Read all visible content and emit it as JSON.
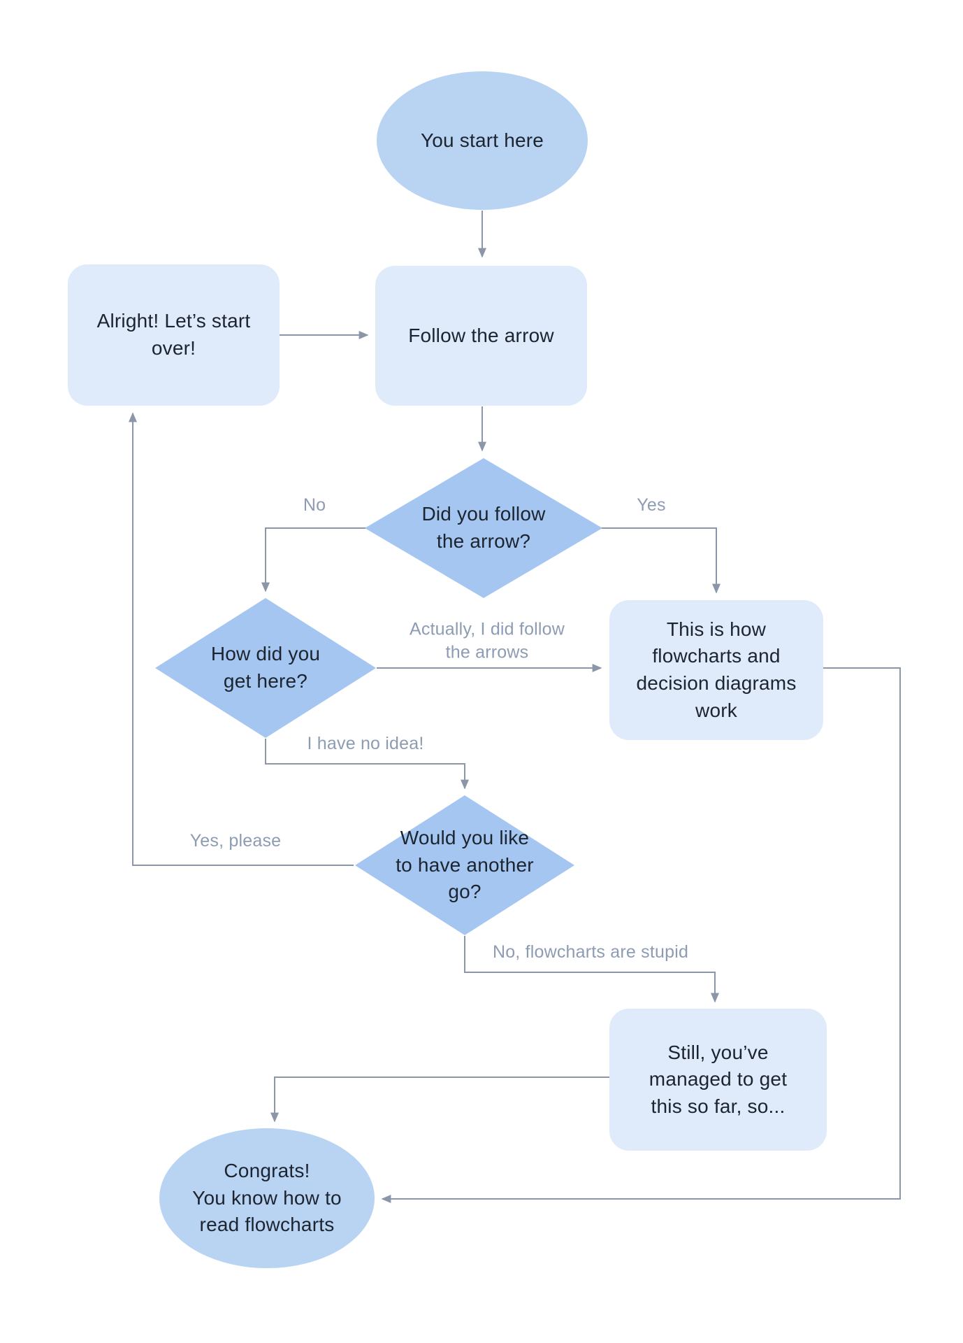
{
  "palette": {
    "page_bg": "#ffffff",
    "ellipse_fill": "#b9d3f3",
    "diamond_fill": "#a4c6f0",
    "rect_fill": "#dfeafa",
    "line_color": "#8b96a9",
    "edge_label_color": "#8d9cb3",
    "node_text_color": "#1c2430"
  },
  "diagram": {
    "type": "flowchart",
    "nodes": {
      "start": {
        "shape": "ellipse",
        "label": "You start here"
      },
      "start_over": {
        "shape": "rounded-rect",
        "label": "Alright! Let’s start\nover!"
      },
      "follow": {
        "shape": "rounded-rect",
        "label": "Follow the arrow"
      },
      "did_follow": {
        "shape": "diamond",
        "label": "Did you follow\nthe arrow?"
      },
      "how_here": {
        "shape": "diamond",
        "label": "How did you\nget here?"
      },
      "how_works": {
        "shape": "rounded-rect",
        "label": "This is how\nflowcharts and\ndecision diagrams\nwork"
      },
      "another_go": {
        "shape": "diamond",
        "label": "Would you like\nto have another\ngo?"
      },
      "still": {
        "shape": "rounded-rect",
        "label": "Still, you’ve\nmanaged to get\nthis so far, so..."
      },
      "congrats": {
        "shape": "ellipse",
        "label": "Congrats!\nYou know how to\nread flowcharts"
      }
    },
    "edges": {
      "start_to_follow": {
        "from": "start",
        "to": "follow",
        "label": ""
      },
      "startover_to_follow": {
        "from": "start_over",
        "to": "follow",
        "label": ""
      },
      "follow_to_didfollow": {
        "from": "follow",
        "to": "did_follow",
        "label": ""
      },
      "no": {
        "from": "did_follow",
        "to": "how_here",
        "label": "No"
      },
      "yes": {
        "from": "did_follow",
        "to": "how_works",
        "label": "Yes"
      },
      "actually": {
        "from": "how_here",
        "to": "how_works",
        "label": "Actually, I did follow\nthe arrows"
      },
      "no_idea": {
        "from": "how_here",
        "to": "another_go",
        "label": "I have no idea!"
      },
      "yes_please": {
        "from": "another_go",
        "to": "start_over",
        "label": "Yes, please"
      },
      "stupid": {
        "from": "another_go",
        "to": "still",
        "label": "No, flowcharts are stupid"
      },
      "still_to_congrats": {
        "from": "still",
        "to": "congrats",
        "label": ""
      },
      "works_to_congrats": {
        "from": "how_works",
        "to": "congrats",
        "label": ""
      }
    }
  }
}
